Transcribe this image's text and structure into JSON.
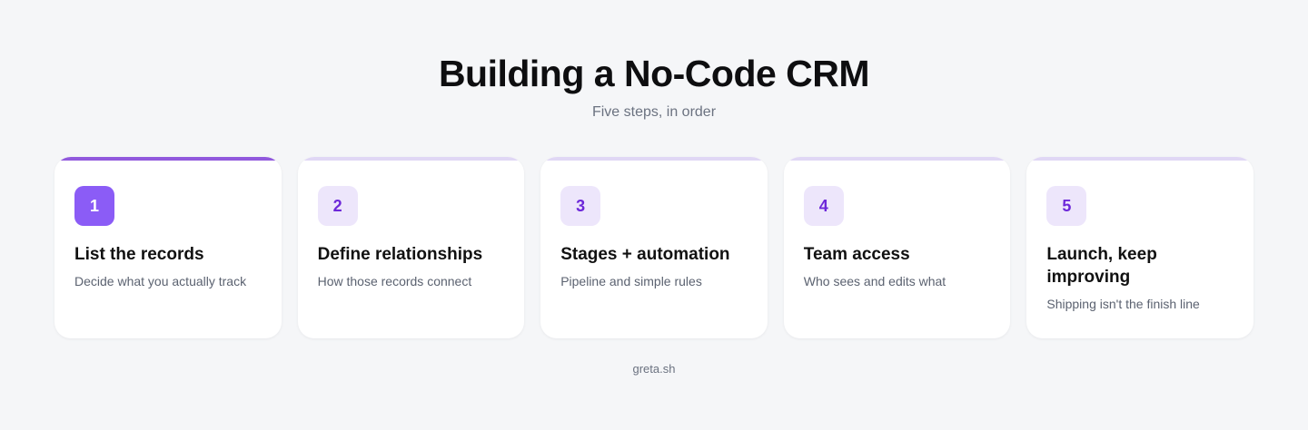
{
  "header": {
    "title": "Building a No-Code CRM",
    "subtitle": "Five steps, in order"
  },
  "steps": [
    {
      "number": "1",
      "title": "List the records",
      "description": "Decide what you actually track",
      "active": true
    },
    {
      "number": "2",
      "title": "Define relationships",
      "description": "How those records connect",
      "active": false
    },
    {
      "number": "3",
      "title": "Stages + automation",
      "description": "Pipeline and simple rules",
      "active": false
    },
    {
      "number": "4",
      "title": "Team access",
      "description": "Who sees and edits what",
      "active": false
    },
    {
      "number": "5",
      "title": "Launch, keep improving",
      "description": "Shipping isn't the finish line",
      "active": false
    }
  ],
  "footer": {
    "credit": "greta.sh"
  },
  "colors": {
    "accent": "#8b5cf6",
    "accent_soft": "#ede6fb",
    "accent_text": "#6d28d9",
    "background": "#f5f6f8"
  }
}
